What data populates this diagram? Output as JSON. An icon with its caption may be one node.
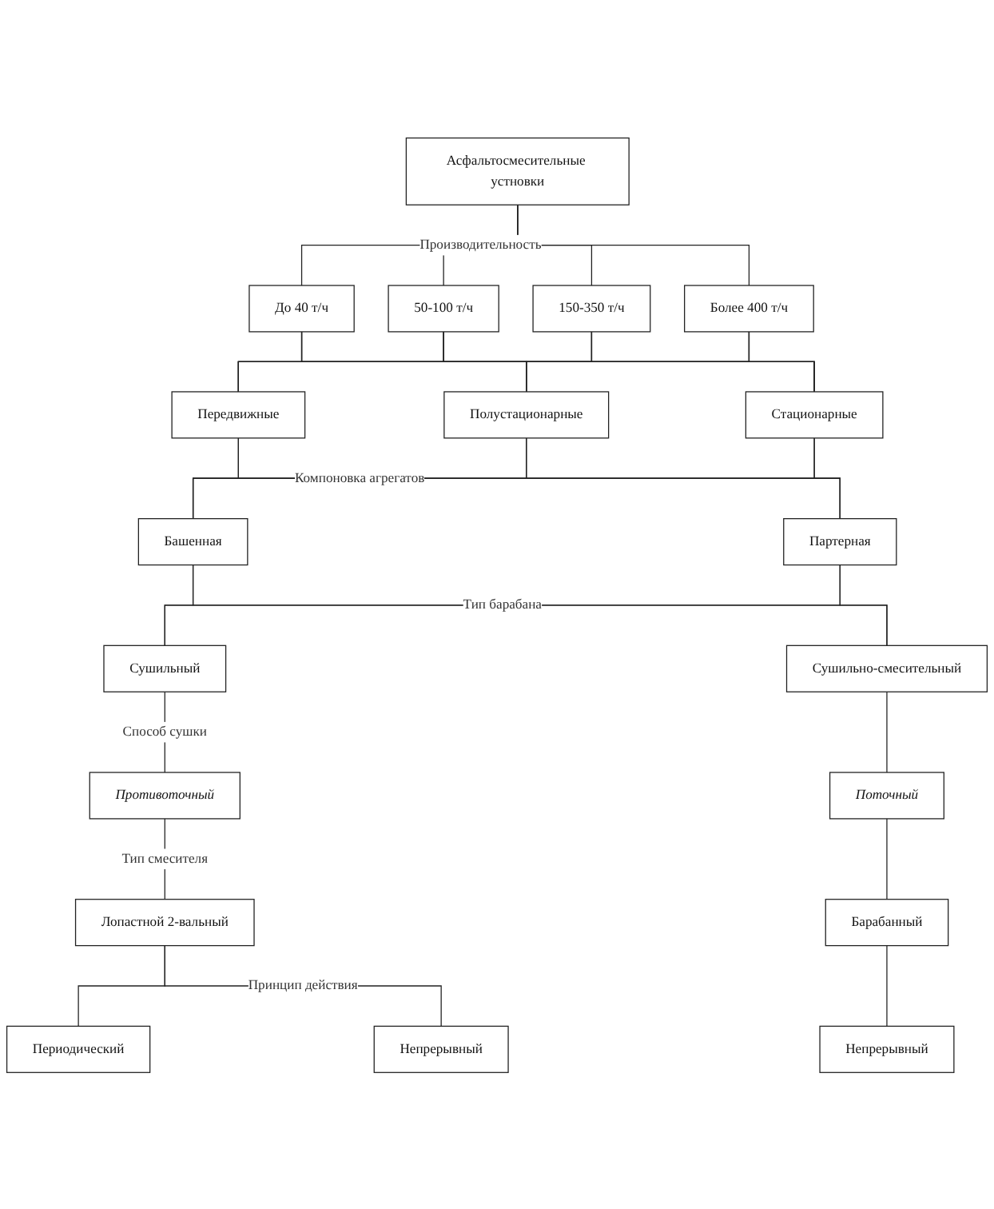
{
  "diagram": {
    "nodes": [
      {
        "text": [
          "Асфальтосмесительные устновки"
        ]
      },
      {
        "text": [
          "До 40 т/ч"
        ]
      },
      {
        "text": [
          "50-100 т/ч"
        ]
      },
      {
        "text": [
          "150-350 т/ч"
        ]
      },
      {
        "text": [
          "Более 400 т/ч"
        ]
      },
      {
        "text": [
          "Передвижные"
        ]
      },
      {
        "text": [
          "Полустационарные"
        ]
      },
      {
        "text": [
          "Стационарные"
        ]
      },
      {
        "text": [
          "Башенная"
        ]
      },
      {
        "text": [
          "Партерная"
        ]
      },
      {
        "text": [
          "Сушильный"
        ]
      },
      {
        "text": [
          "Сушильно-смесительный"
        ]
      },
      {
        "text": [
          "Противоточный"
        ]
      },
      {
        "text": [
          "Поточный"
        ]
      },
      {
        "text": [
          "Лопастной 2-вальный"
        ]
      },
      {
        "text": [
          "Барабанный"
        ]
      },
      {
        "text": [
          "Периодический"
        ]
      },
      {
        "text": [
          "Непрерывный"
        ]
      },
      {
        "text": [
          "Непрерывный"
        ]
      }
    ],
    "edges": [
      {
        "from": 0,
        "to": 1,
        "arrow": "none"
      },
      {
        "from": 0,
        "to": 2,
        "arrow": "none",
        "label": "Производительность"
      },
      {
        "from": 0,
        "to": 3,
        "arrow": "none"
      },
      {
        "from": 0,
        "to": 4,
        "arrow": "none"
      },
      {
        "from": 1,
        "to": 5,
        "arrow": "none"
      },
      {
        "from": 1,
        "to": 6,
        "arrow": "none"
      },
      {
        "from": 1,
        "to": 7,
        "arrow": "none"
      },
      {
        "from": 2,
        "to": 5,
        "arrow": "none"
      },
      {
        "from": 2,
        "to": 6,
        "arrow": "none"
      },
      {
        "from": 2,
        "to": 7,
        "arrow": "none"
      },
      {
        "from": 3,
        "to": 5,
        "arrow": "none"
      },
      {
        "from": 3,
        "to": 6,
        "arrow": "none"
      },
      {
        "from": 3,
        "to": 7,
        "arrow": "none"
      },
      {
        "from": 4,
        "to": 5,
        "arrow": "none"
      },
      {
        "from": 4,
        "to": 6,
        "arrow": "none"
      },
      {
        "from": 4,
        "to": 7,
        "arrow": "none"
      },
      {
        "from": 5,
        "to": 8,
        "arrow": "none"
      },
      {
        "from": 5,
        "to": 9,
        "arrow": "none"
      },
      {
        "from": 6,
        "to": 8,
        "arrow": "none",
        "label": "Компоновка агрегатов"
      },
      {
        "from": 6,
        "to": 9,
        "arrow": "none"
      },
      {
        "from": 7,
        "to": 8,
        "arrow": "none"
      },
      {
        "from": 7,
        "to": 9,
        "arrow": "none"
      },
      {
        "from": 8,
        "to": 10,
        "arrow": "none"
      },
      {
        "from": 8,
        "to": 11,
        "arrow": "none"
      },
      {
        "from": 9,
        "to": 10,
        "arrow": "none",
        "label": "Тип барабана"
      },
      {
        "from": 9,
        "to": 11,
        "arrow": "none"
      },
      {
        "from": 10,
        "to": 12,
        "arrow": "none",
        "label": "Способ сушки"
      },
      {
        "from": 11,
        "to": 13,
        "arrow": "none"
      },
      {
        "from": 12,
        "to": 14,
        "arrow": "none",
        "label": "Тип смесителя"
      },
      {
        "from": 13,
        "to": 15,
        "arrow": "none"
      },
      {
        "from": 14,
        "to": 16,
        "arrow": "none"
      },
      {
        "from": 14,
        "to": 17,
        "arrow": "none",
        "label": "Принцип действия"
      },
      {
        "from": 15,
        "to": 18,
        "arrow": "none"
      }
    ]
  }
}
